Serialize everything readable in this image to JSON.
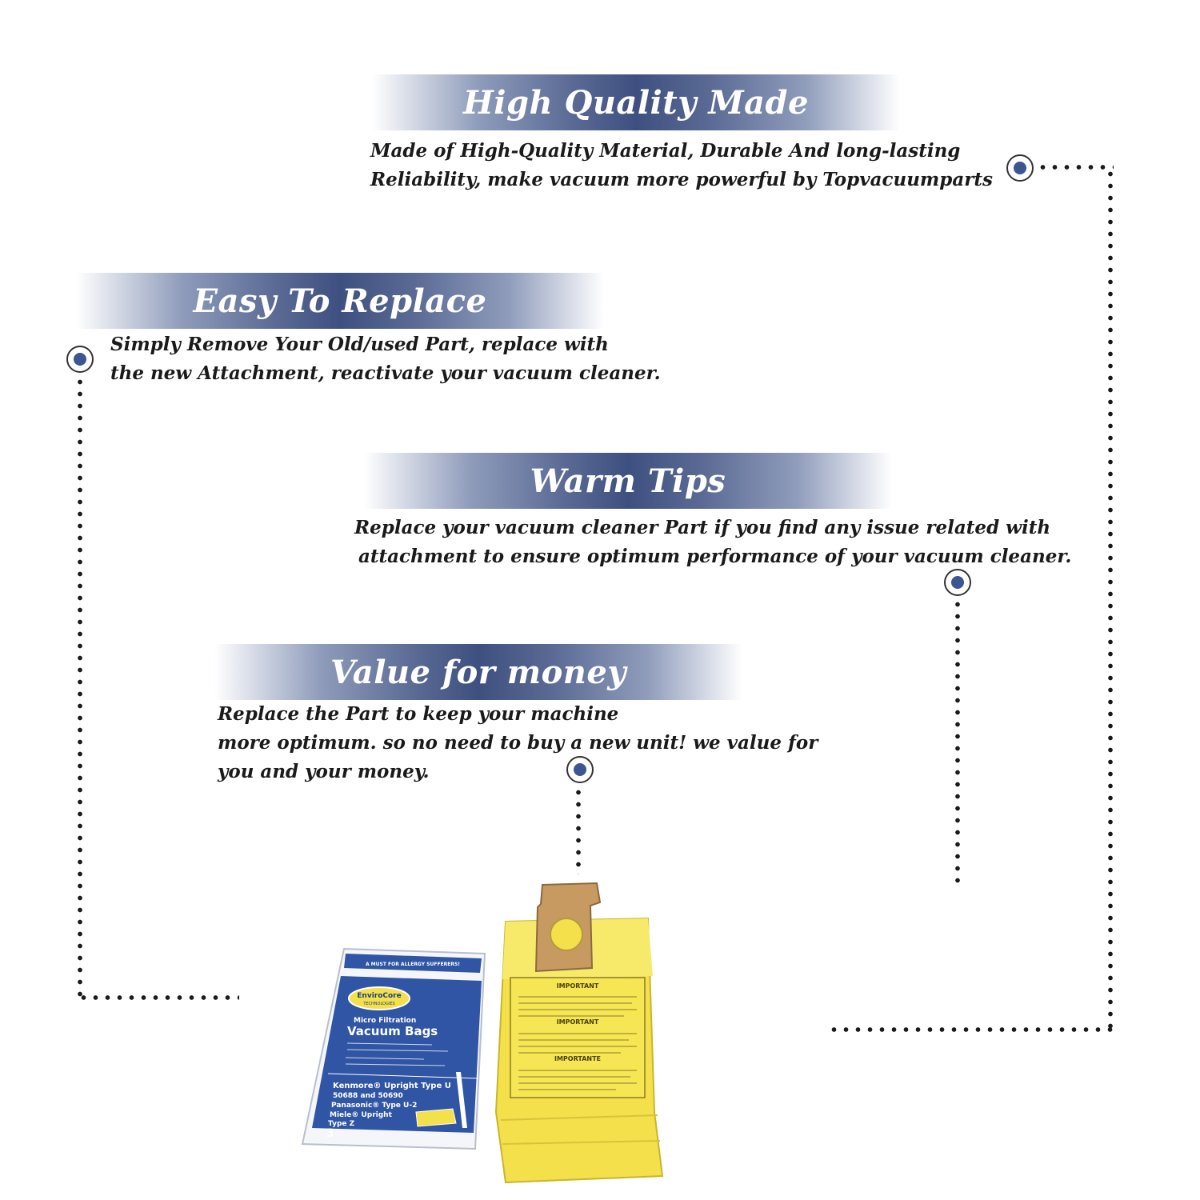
{
  "sections": [
    {
      "title": "High Quality Made",
      "lines": [
        "Made of  High-Quality Material, Durable And long-lasting",
        "Reliability, make vacuum more powerful by Topvacuumparts"
      ]
    },
    {
      "title": "Easy To Replace",
      "lines": [
        "Simply Remove Your Old/used Part, replace with",
        "the new Attachment, reactivate your vacuum cleaner."
      ]
    },
    {
      "title": "Warm Tips",
      "lines": [
        "Replace your vacuum cleaner Part if you find any issue related with",
        "attachment to ensure optimum performance of your vacuum cleaner."
      ]
    },
    {
      "title": "Value for money",
      "lines": [
        "Replace the Part to keep your machine",
        "more optimum. so no need to buy a new unit! we value for",
        "you and your money."
      ]
    }
  ],
  "package": {
    "top_note": "A MUST FOR ALLERGY SUFFERERS!",
    "brand": "EnviroCore",
    "brand_sub": "TECHNOLOGIES",
    "line1": "Micro Filtration",
    "line2": "Vacuum Bags",
    "compat1": "Kenmore® Upright Type U",
    "compat2": "50688 and 50690",
    "compat3": "Panasonic® Type U-2",
    "compat4": "Miele® Upright",
    "compat5": "Type Z",
    "count": "3"
  },
  "bag": {
    "heading1": "IMPORTANT",
    "heading2": "IMPORTANT",
    "heading3": "IMPORTANTE"
  },
  "colors": {
    "banner_center": "#3e5080",
    "node_fill": "#3d5691",
    "bag_yellow": "#f3e04a",
    "package_blue": "#2f55a4"
  }
}
